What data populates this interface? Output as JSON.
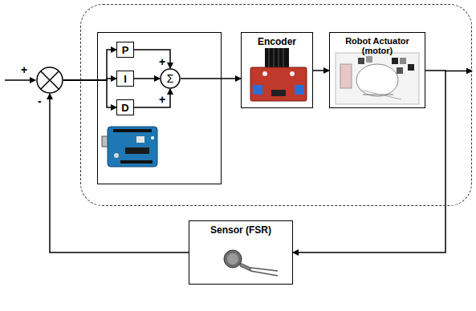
{
  "diagram": {
    "nodes": [
      {
        "text": []
      },
      {
        "text": []
      },
      {
        "text": [],
        "in": 1
      },
      {
        "text": [
          "P"
        ],
        "in": 2
      },
      {
        "text": [
          "I"
        ],
        "in": 2
      },
      {
        "text": [
          "D"
        ],
        "in": 2
      },
      {
        "text": [
          "Σ"
        ],
        "in": 2
      },
      {
        "text": [
          "Encoder"
        ],
        "in": 1
      },
      {
        "text": [
          "Robot Actuator (motor)"
        ],
        "in": 1
      },
      {
        "text": [
          "Sensor (FSR)"
        ]
      }
    ],
    "edges": [
      {
        "from": 0,
        "to": 3,
        "arrow": "to"
      },
      {
        "from": 0,
        "to": 4,
        "arrow": "to"
      },
      {
        "from": 0,
        "to": 5,
        "arrow": "to"
      },
      {
        "from": 3,
        "to": 6,
        "arrow": "to"
      },
      {
        "from": 4,
        "to": 6,
        "arrow": "to"
      },
      {
        "from": 5,
        "to": 6,
        "arrow": "to"
      },
      {
        "from": 6,
        "to": 7,
        "arrow": "to"
      },
      {
        "from": 7,
        "to": 8,
        "arrow": "to"
      },
      {
        "from": 8,
        "to": 9,
        "arrow": "to"
      },
      {
        "from": 9,
        "to": 0,
        "arrow": "to"
      }
    ],
    "labels": [
      "+",
      "-",
      "+",
      "+"
    ]
  }
}
